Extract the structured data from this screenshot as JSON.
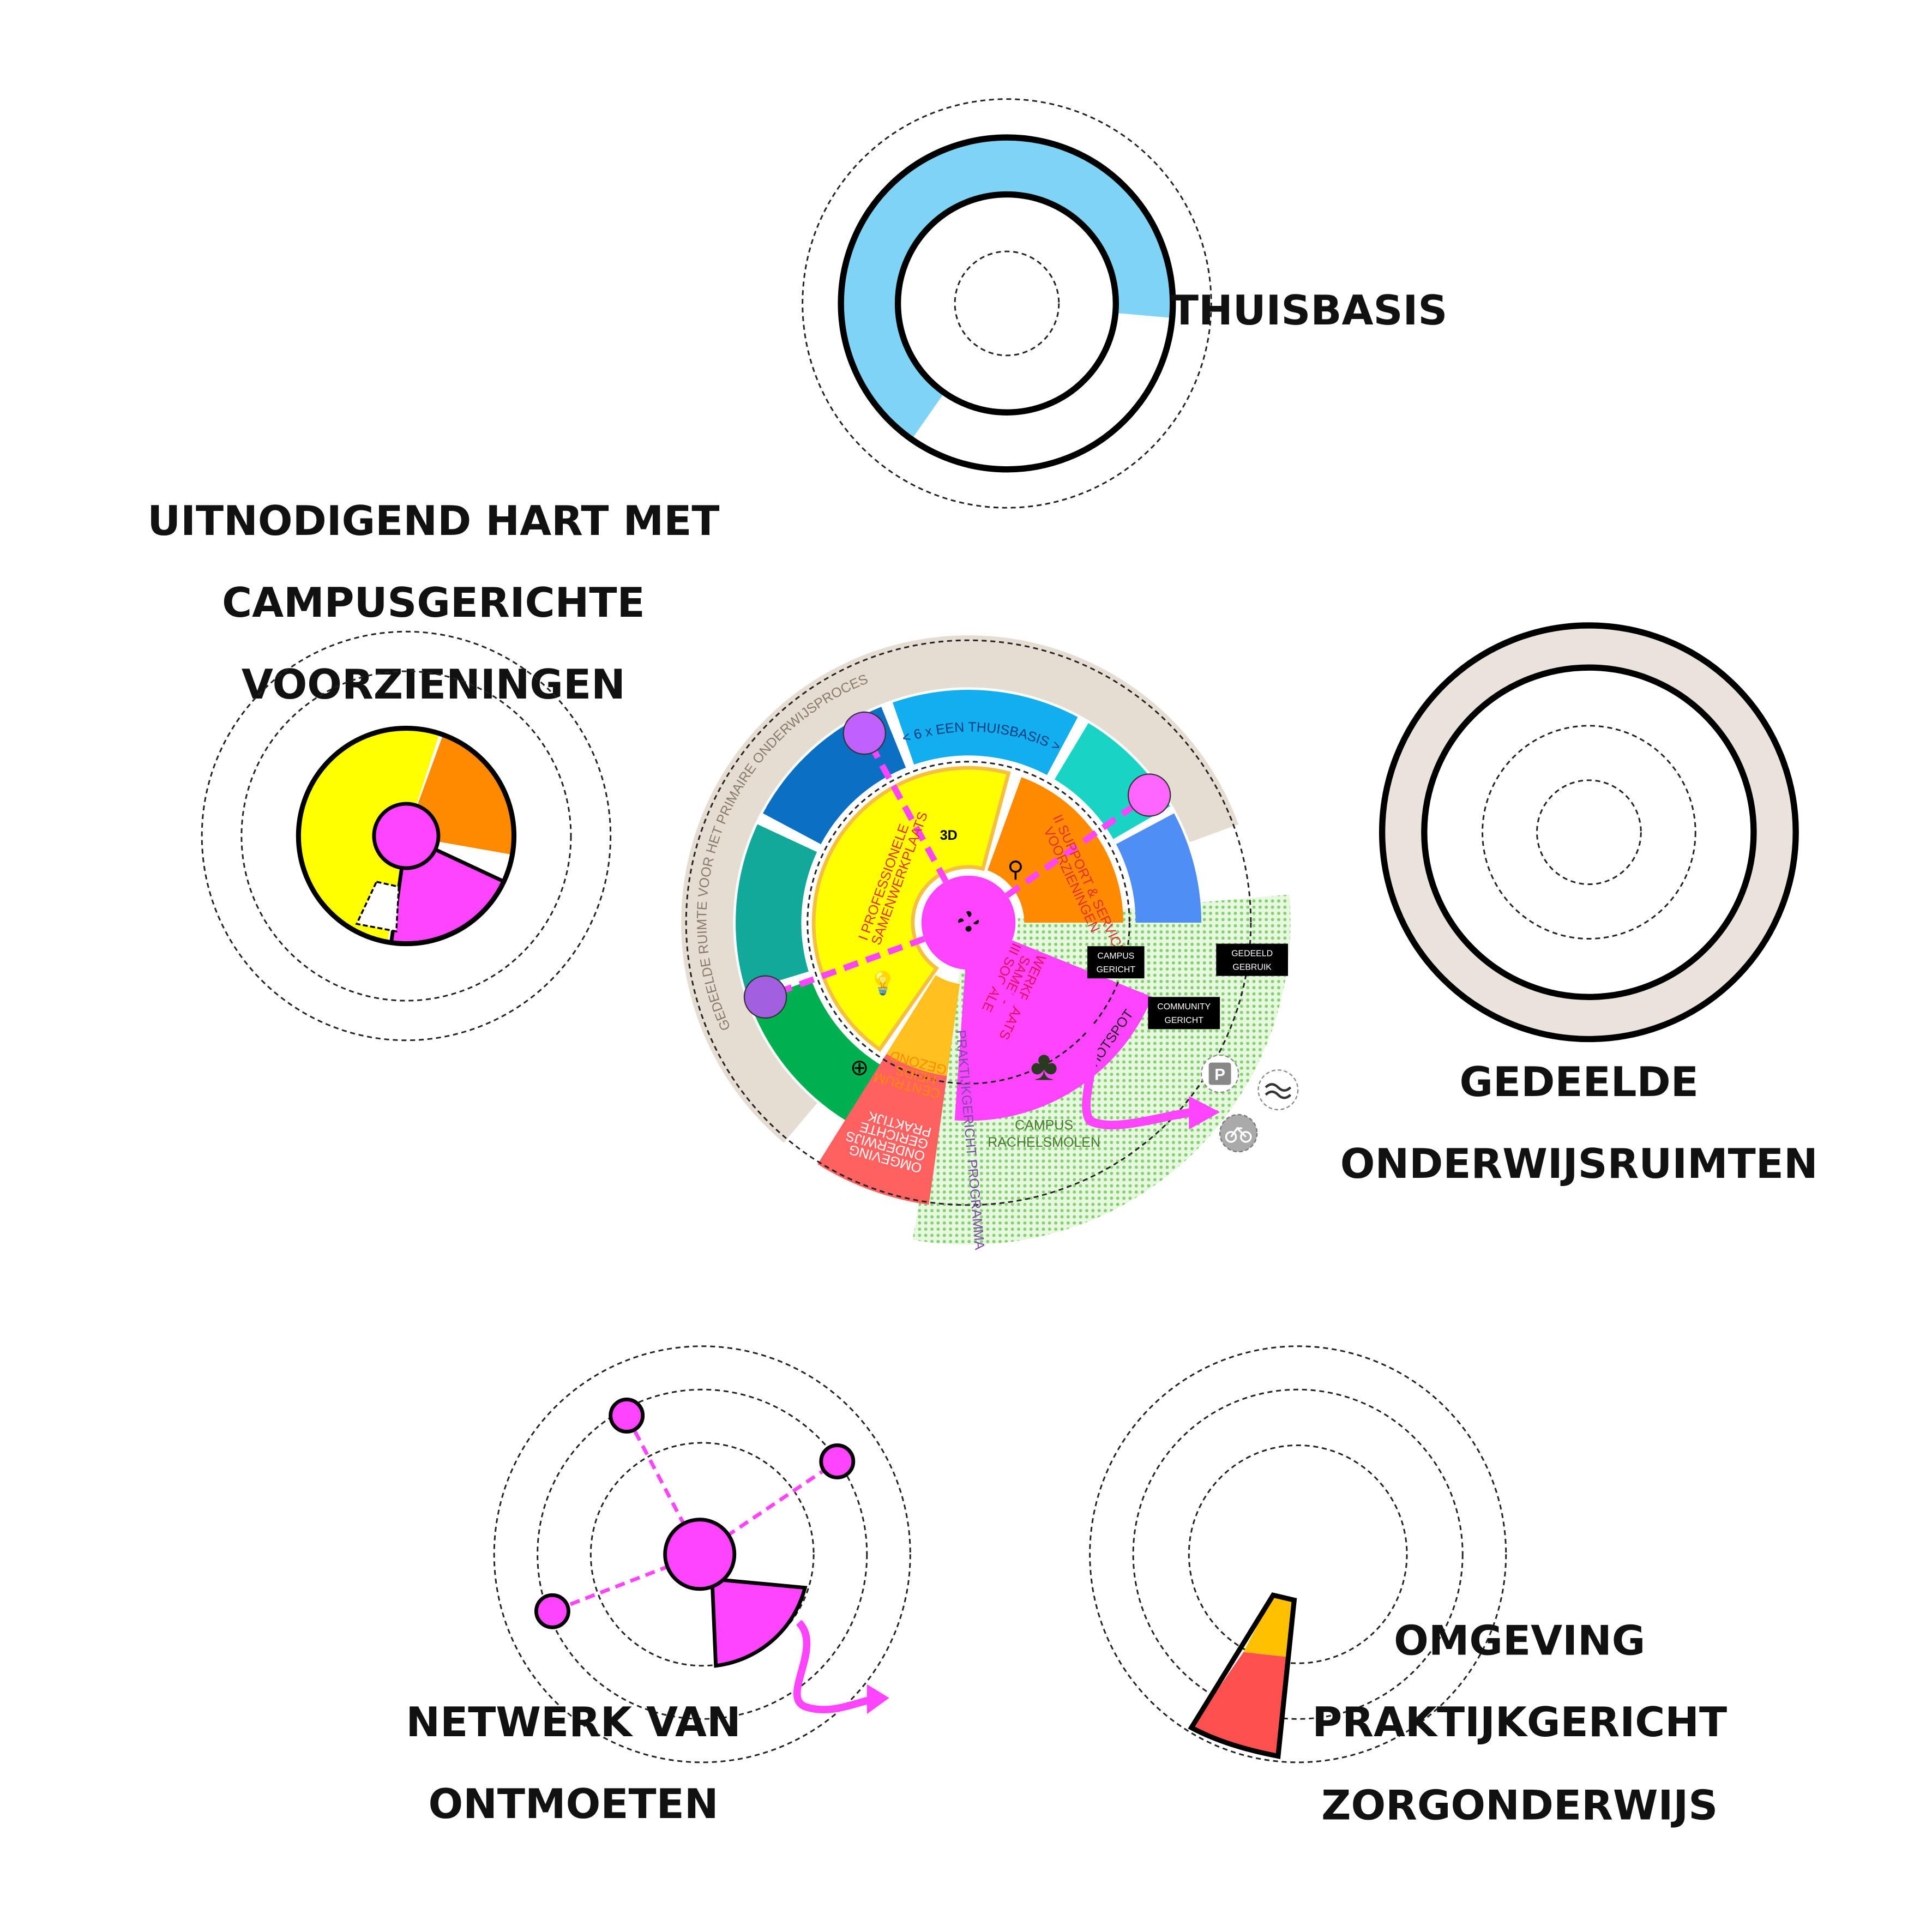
{
  "labels": {
    "thuisbasis": "THUISBASIS",
    "hart": [
      "UITNODIGEND HART MET",
      "CAMPUSGERICHTE",
      "VOORZIENINGEN"
    ],
    "gedeelde": [
      "GEDEELDE",
      "ONDERWIJSRUIMTEN"
    ],
    "netwerk": [
      "NETWERK VAN",
      "ONTMOETEN"
    ],
    "omgeving": [
      "OMGEVING",
      "PRAKTIJKGERICHT",
      "ZORGONDERWIJS"
    ]
  },
  "center_diagram": {
    "outer_ring_text": "GEDEELDE RUIMTE VOOR HET PRIMAIRE ONDERWIJSPROCES",
    "thuisbasis_text": "< 6 x EEN THUISBASIS >",
    "professionele": [
      "I PROFESSIONELE",
      "SAMENWERKPLAATS"
    ],
    "support": [
      "II SUPPORT & SERVICE",
      "VOORZIENINGEN"
    ],
    "sociale": [
      "III SOCIALE",
      "SAMEN-",
      "WERKPLAATS"
    ],
    "gezondheid": [
      "GEZOND",
      "HEIDS",
      "CENTRUM"
    ],
    "praktijk_omgeving": [
      "PRAKTIJK",
      "GERICHTE",
      "ONDERWIJS",
      "OMGEVING"
    ],
    "programma": "PRAKTIJKGERICHT PROGRAMMA",
    "hotspot": "HOTSPOT",
    "campus": [
      "CAMPUS",
      "RACHELSMOLEN"
    ],
    "tags": {
      "campus_gericht": [
        "CAMPUS",
        "GERICHT"
      ],
      "gedeeld_gebruik": [
        "GEDEELD",
        "GEBRUIK"
      ],
      "community_gericht": [
        "COMMUNITY",
        "GERICHT"
      ]
    },
    "print_label": "3D",
    "parking_label": "P"
  },
  "colors": {
    "blue_ring": "#7fd3f5",
    "yellow": "#ffff00",
    "orange": "#ff8a00",
    "magenta": "#ff44ff",
    "beige": "#e9e3dc",
    "red": "#ff5050",
    "amber": "#ffc000"
  }
}
